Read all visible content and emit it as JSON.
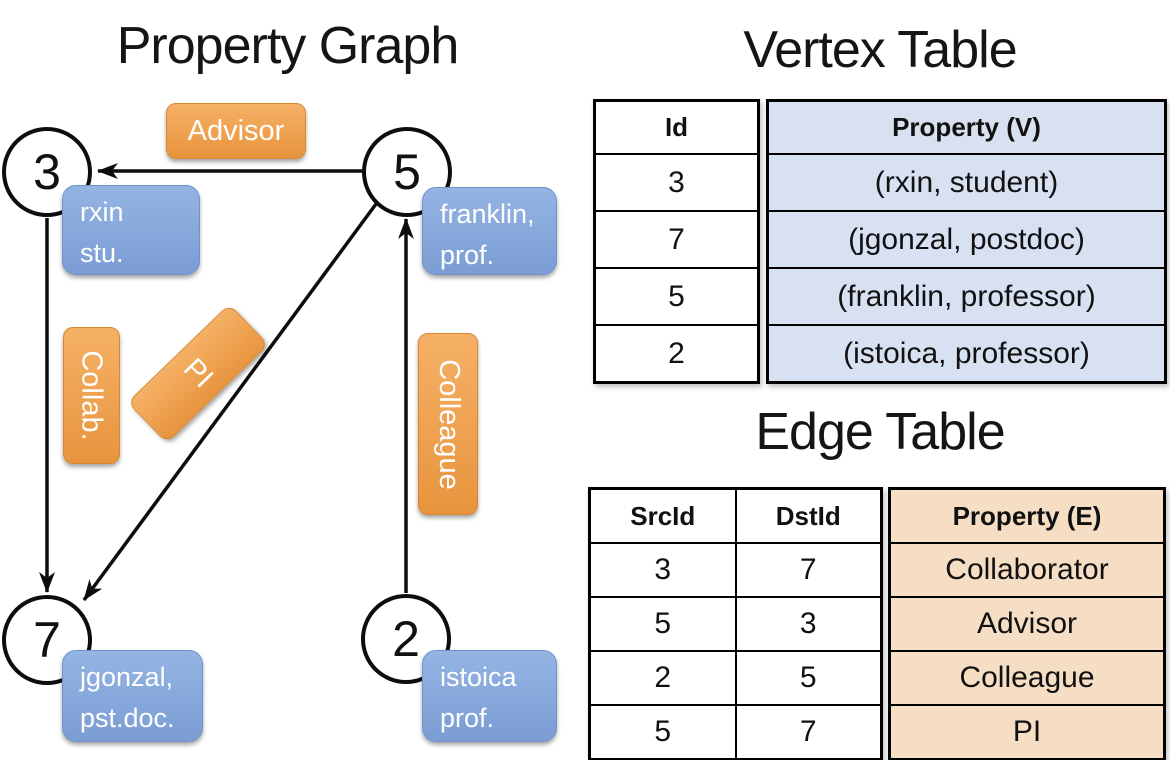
{
  "titles": {
    "property_graph": "Property Graph",
    "vertex_table": "Vertex Table",
    "edge_table": "Edge Table"
  },
  "colors": {
    "edge_label_orange_top": "#f5b166",
    "edge_label_orange_bottom": "#e8943e",
    "vertex_prop_blue_top": "#94b4e3",
    "vertex_prop_blue_bottom": "#7b9dd4",
    "vertex_table_cell_blue": "#d8e1f2",
    "edge_table_cell_tan": "#f5dec4",
    "line_black": "#0d0d0d"
  },
  "graph": {
    "nodes": [
      {
        "id": "3",
        "label_line1": "rxin",
        "label_line2": "stu."
      },
      {
        "id": "5",
        "label_line1": "franklin,",
        "label_line2": "prof."
      },
      {
        "id": "7",
        "label_line1": "jgonzal,",
        "label_line2": "pst.doc."
      },
      {
        "id": "2",
        "label_line1": "istoica",
        "label_line2": "prof."
      }
    ],
    "edge_labels": {
      "advisor": "Advisor",
      "collab": "Collab.",
      "pi": "PI",
      "colleague": "Colleague"
    }
  },
  "vertex_table": {
    "columns": {
      "id": "Id",
      "property": "Property (V)"
    },
    "rows": [
      {
        "id": "3",
        "property": "(rxin, student)"
      },
      {
        "id": "7",
        "property": "(jgonzal, postdoc)"
      },
      {
        "id": "5",
        "property": "(franklin, professor)"
      },
      {
        "id": "2",
        "property": "(istoica, professor)"
      }
    ]
  },
  "edge_table": {
    "columns": {
      "src": "SrcId",
      "dst": "DstId",
      "property": "Property (E)"
    },
    "rows": [
      {
        "src": "3",
        "dst": "7",
        "property": "Collaborator"
      },
      {
        "src": "5",
        "dst": "3",
        "property": "Advisor"
      },
      {
        "src": "2",
        "dst": "5",
        "property": "Colleague"
      },
      {
        "src": "5",
        "dst": "7",
        "property": "PI"
      }
    ]
  }
}
